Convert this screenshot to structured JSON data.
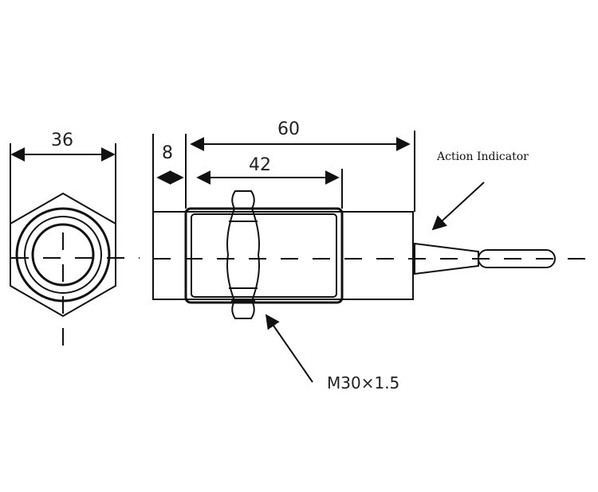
{
  "dimensions": {
    "hex_width": "36",
    "total_length": "60",
    "thread_length": "42",
    "flange": "8"
  },
  "labels": {
    "action_indicator": "Action Indicator",
    "thread_spec": "M30×1.5"
  },
  "colors": {
    "line": "#111111",
    "background": "#ffffff"
  }
}
